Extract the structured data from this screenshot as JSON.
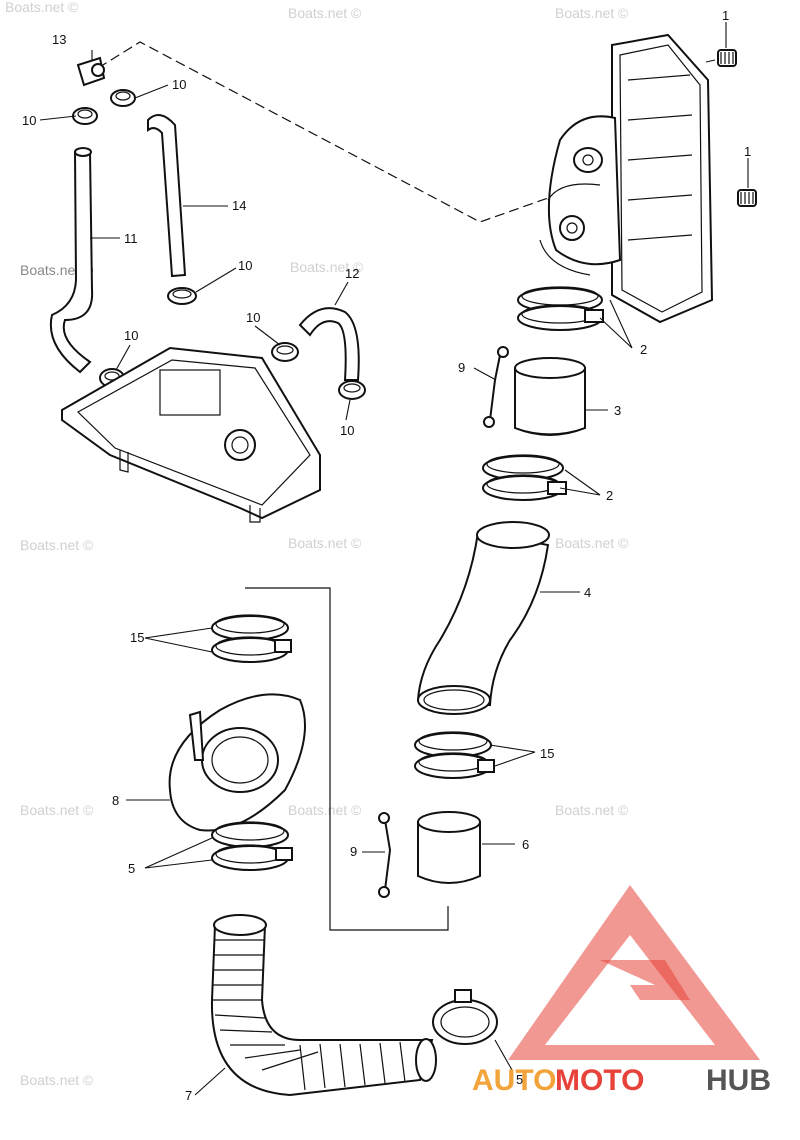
{
  "watermark_text": "Boats.net ©",
  "callouts": {
    "c1a": "1",
    "c1b": "1",
    "c2a": "2",
    "c2b": "2",
    "c3": "3",
    "c4": "4",
    "c5a": "5",
    "c5b": "5",
    "c6": "6",
    "c7": "7",
    "c8": "8",
    "c9a": "9",
    "c9b": "9",
    "c10a": "10",
    "c10b": "10",
    "c10c": "10",
    "c10d": "10",
    "c10e": "10",
    "c10f": "10",
    "c11": "11",
    "c12": "12",
    "c13": "13",
    "c14": "14",
    "c15a": "15",
    "c15b": "15"
  },
  "logo": {
    "part1": "AUTO",
    "part2": "MOTO",
    "part3": "HUB"
  },
  "colors": {
    "logo_red": "#e8433a",
    "logo_orange": "#f2a33a",
    "logo_gray": "#555555",
    "line": "#111111"
  }
}
